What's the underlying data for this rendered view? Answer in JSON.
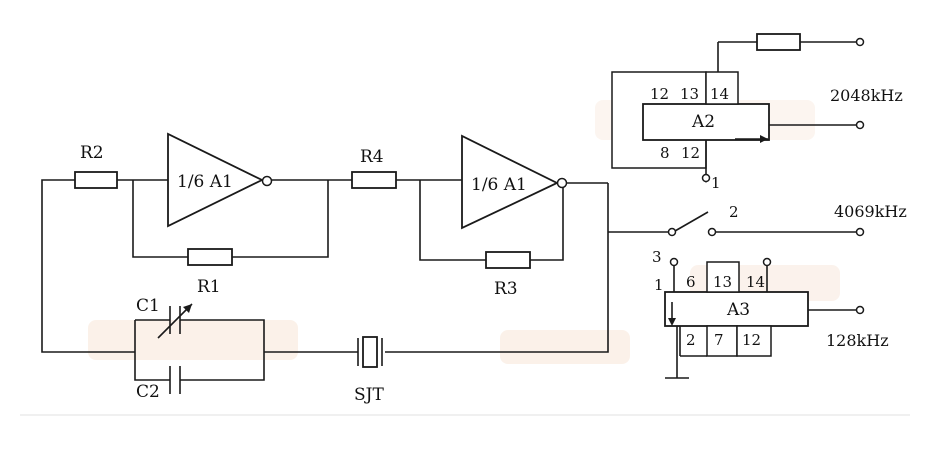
{
  "amplifiers": {
    "a1": "1/6 A1",
    "a2": "1/6 A1"
  },
  "resistors": {
    "r1": "R1",
    "r2": "R2",
    "r3": "R3",
    "r4": "R4"
  },
  "capacitors": {
    "c1": "C1",
    "c2": "C2"
  },
  "crystal": "SJT",
  "chip_a2": {
    "name": "A2",
    "pins": [
      "12",
      "13",
      "14",
      "8",
      "12"
    ]
  },
  "chip_a3": {
    "name": "A3",
    "pins_top": [
      "6",
      "13",
      "14"
    ],
    "pins_bottom": [
      "2",
      "7",
      "12"
    ]
  },
  "switch": {
    "pos1": "1",
    "pos2": "2",
    "pos3": "3"
  },
  "outputs": {
    "f1": "2048kHz",
    "f2": "4069kHz",
    "f3": "128kHz"
  },
  "colors": {
    "ink": "#1a1a1a",
    "watermark": "#f3d6c0"
  }
}
